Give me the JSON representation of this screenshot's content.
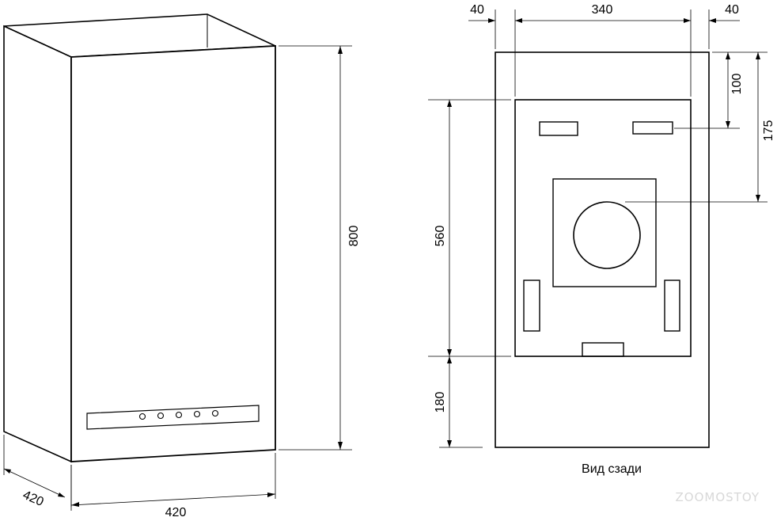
{
  "front_view": {
    "height_label": "800",
    "width_label": "420",
    "depth_label": "420",
    "control_buttons": 5
  },
  "rear_view": {
    "left_margin_label": "40",
    "inner_width_label": "340",
    "right_margin_label": "40",
    "top_to_slot_label": "100",
    "top_to_outlet_label": "175",
    "panel_height_label": "560",
    "bottom_gap_label": "180",
    "caption": "Вид сзади"
  },
  "watermark": "ZOOMOSTOY",
  "colors": {
    "line": "#000000",
    "panel_fill": "#ffffff",
    "watermark": "#d8d8d8"
  }
}
